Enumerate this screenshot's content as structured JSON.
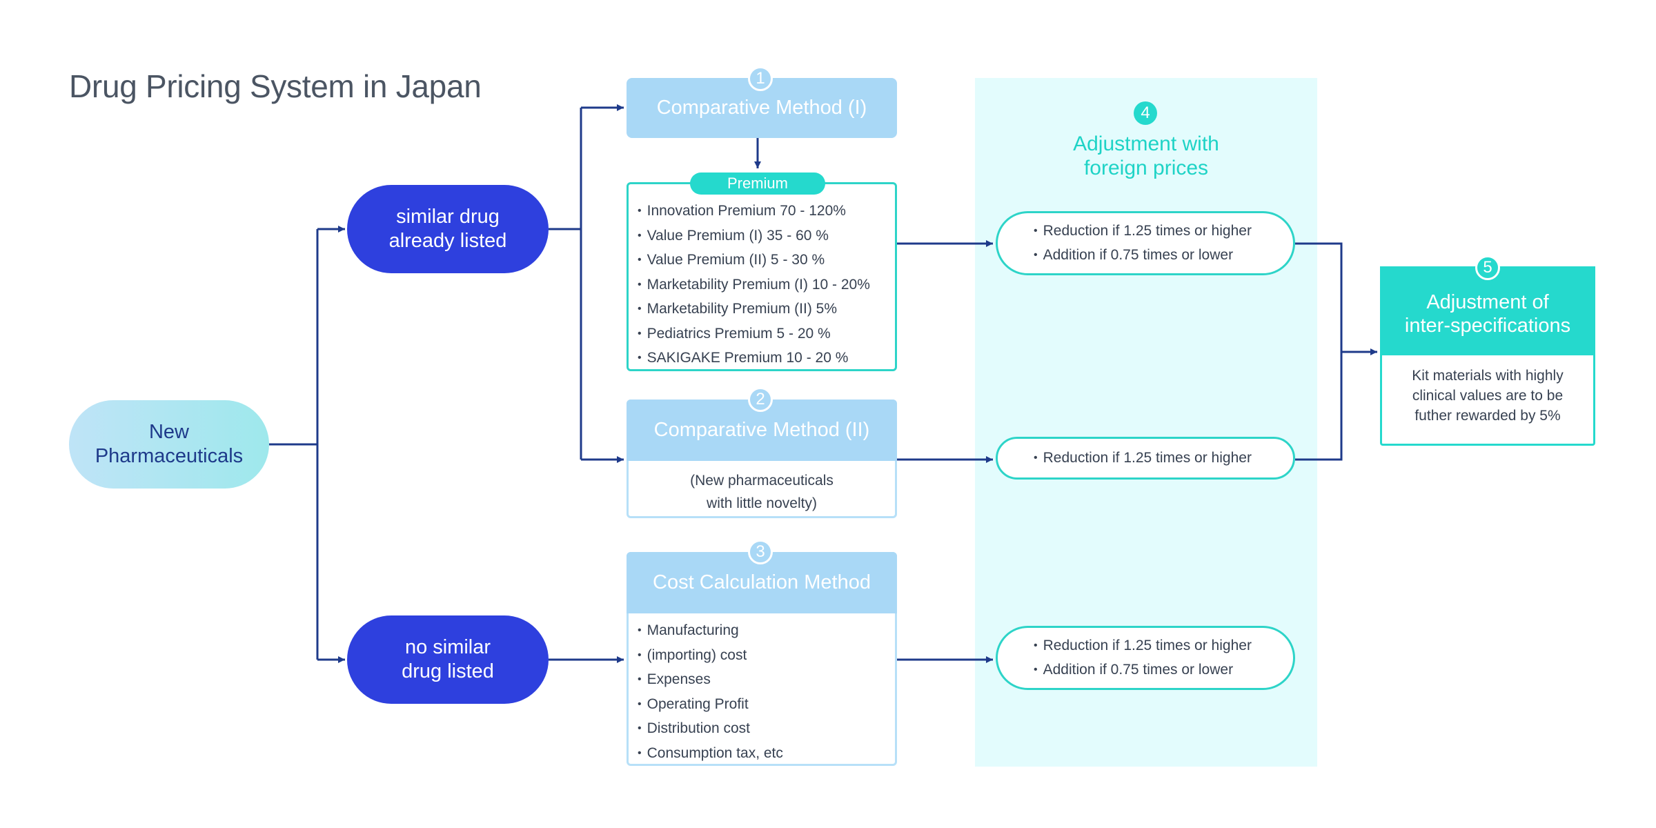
{
  "title": "Drug Pricing System in Japan",
  "colors": {
    "primary_blue": "#2e40de",
    "teal": "#25d9cd",
    "light_blue": "#a9d8f6",
    "band": "#e3fcfd",
    "connector": "#1e3a8a"
  },
  "start": {
    "line1": "New",
    "line2": "Pharmaceuticals"
  },
  "branches": {
    "similar": {
      "line1": "similar drug",
      "line2": "already listed"
    },
    "no_similar": {
      "line1": "no similar",
      "line2": "drug listed"
    }
  },
  "methods": {
    "cm1": {
      "number": "1",
      "title": "Comparative Method (I)",
      "premium_label": "Premium",
      "premiums": [
        "Innovation Premium 70 - 120%",
        "Value Premium (I) 35 - 60 %",
        "Value Premium (II) 5 - 30 %",
        "Marketability Premium (I) 10 - 20%",
        "Marketability Premium (II) 5%",
        "Pediatrics Premium 5 - 20 %",
        "SAKIGAKE Premium 10 - 20 %"
      ]
    },
    "cm2": {
      "number": "2",
      "title": "Comparative Method (II)",
      "desc_line1": "(New pharmaceuticals",
      "desc_line2": "with little novelty)"
    },
    "ccm": {
      "number": "3",
      "title": "Cost Calculation Method",
      "items": [
        "Manufacturing",
        "(importing) cost",
        "Expenses",
        "Operating Profit",
        "Distribution cost",
        "Consumption tax, etc"
      ]
    }
  },
  "foreign_adjustment": {
    "number": "4",
    "title_line1": "Adjustment with",
    "title_line2": "foreign prices",
    "reduction": "Reduction if 1.25 times or higher",
    "addition": "Addition if 0.75 times or lower"
  },
  "inter_spec": {
    "number": "5",
    "title_line1": "Adjustment of",
    "title_line2": "inter-specifications",
    "desc_line1": "Kit materials with highly",
    "desc_line2": "clinical values are to be",
    "desc_line3": "futher rewarded by 5%"
  }
}
